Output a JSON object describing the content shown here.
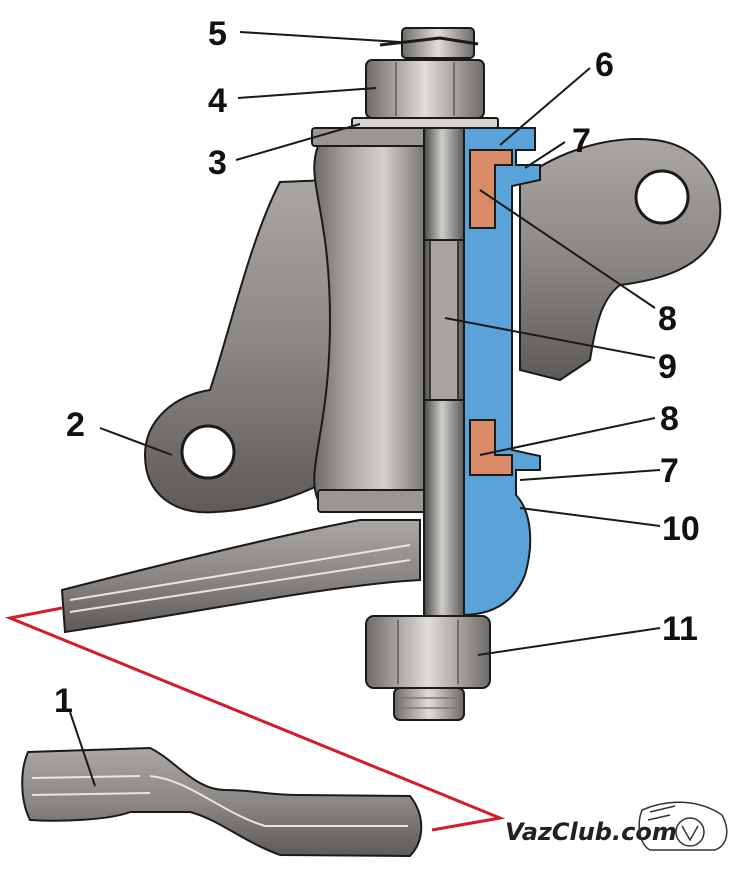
{
  "figure": {
    "callouts": [
      {
        "id": "c5",
        "text": "5"
      },
      {
        "id": "c4",
        "text": "4"
      },
      {
        "id": "c3",
        "text": "3"
      },
      {
        "id": "c6",
        "text": "6"
      },
      {
        "id": "c7a",
        "text": "7"
      },
      {
        "id": "c8a",
        "text": "8"
      },
      {
        "id": "c9",
        "text": "9"
      },
      {
        "id": "c2",
        "text": "2"
      },
      {
        "id": "c8b",
        "text": "8"
      },
      {
        "id": "c7b",
        "text": "7"
      },
      {
        "id": "c10",
        "text": "10"
      },
      {
        "id": "c11",
        "text": "11"
      },
      {
        "id": "c1",
        "text": "1"
      }
    ],
    "watermark": "VazClub.com"
  },
  "colors": {
    "metal": "#8f8c88",
    "metal_dark": "#5f5c59",
    "metal_light": "#c9c6c2",
    "section_blue": "#5aa3d8",
    "bushing_orange": "#d98a66",
    "leader_red": "#d41b2c",
    "outline": "#1a1a1a"
  }
}
